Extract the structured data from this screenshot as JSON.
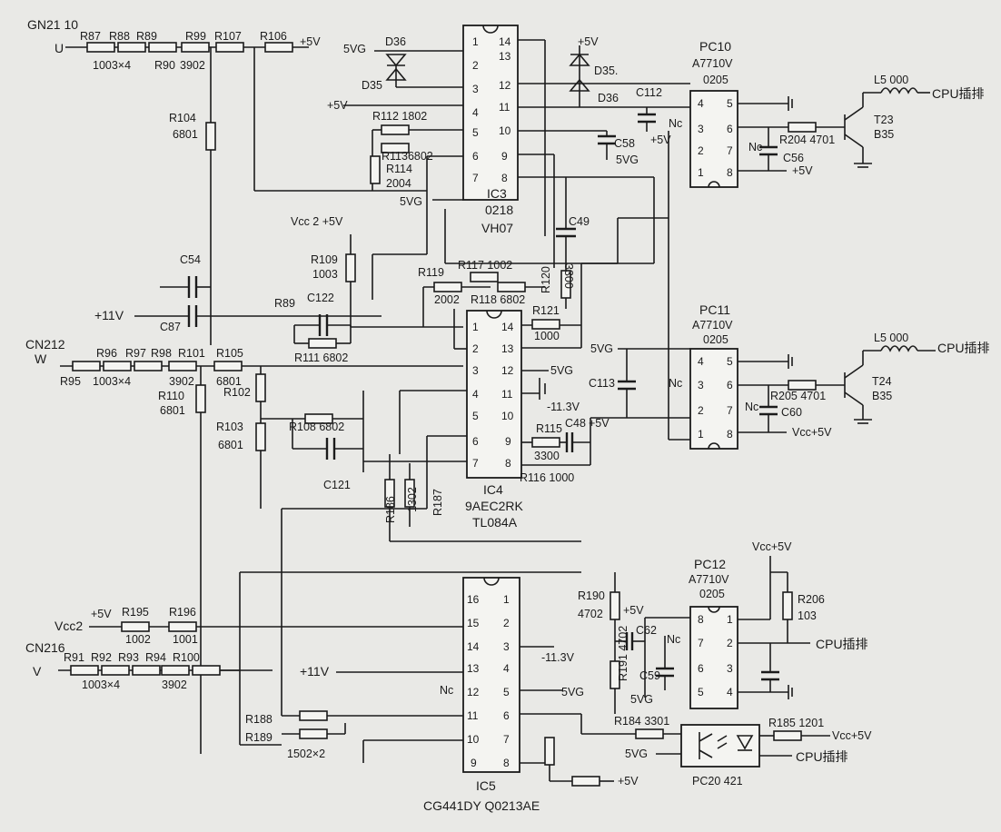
{
  "connectors": {
    "gn": "GN21 10",
    "u": "U",
    "cn212": "CN212",
    "w": "W",
    "cn216": "CN216",
    "v": "V"
  },
  "rails": {
    "p5": "+5V",
    "g5": "5VG",
    "p11": "+11V",
    "n113": "-11.3V",
    "vcc2p5": "Vcc 2 +5V",
    "vcc5": "Vcc+5V",
    "vcc2": "Vcc2",
    "p5b": "+5V"
  },
  "labels": {
    "r87": "R87",
    "r88": "R88",
    "r89": "R89",
    "r90": "R90",
    "r99": "R99",
    "r107": "R107",
    "r106": "R106",
    "u_val1": "1003×4",
    "u_val2": "3902",
    "r104": "R104",
    "r104v": "6801",
    "r109": "R109",
    "r109v": "1003",
    "c54": "C54",
    "c87": "C87",
    "r89b": "R89",
    "c122": "C122",
    "r111": "R111 6802",
    "r96": "R96",
    "r97": "R97",
    "r98": "R98",
    "r101": "R101",
    "r105": "R105",
    "r95": "R95",
    "w_val1": "1003×4",
    "w_val2": "3902",
    "r105v": "6801",
    "r110": "R110",
    "r110v": "6801",
    "r102": "R102",
    "r103": "R103",
    "r103v": "6801",
    "r108": "R108 6802",
    "c121": "C121",
    "d36a": "D36",
    "d35a": "D35",
    "d35b": "D35.",
    "d36b": "D36",
    "r112": "R112 1802",
    "r113": "R1136802",
    "r114": "R114",
    "r114v": "2004",
    "ic3": "IC3",
    "ic3a": "0218",
    "ic3b": "VH07",
    "c49": "C49",
    "r119": "R119",
    "r119v": "2002",
    "r117": "R117 1002",
    "r118": "R118 6802",
    "r120": "R120",
    "r120v": "3300",
    "r121": "R121",
    "r121v": "1000",
    "c113": "C113",
    "r115": "R115",
    "r115v": "3300",
    "c48": "C48",
    "r116": "R116 1000",
    "ic4": "IC4",
    "ic4a": "9AEC2RK",
    "ic4b": "TL084A",
    "r186": "R186",
    "r186v": "1302",
    "r187": "R187",
    "c112": "C112",
    "c58": "C58",
    "c56": "C56",
    "c60": "C60",
    "pc10": "PC10",
    "pc10a": "A7710V",
    "pc10b": "0205",
    "pc11": "PC11",
    "pc11a": "A7710V",
    "pc11b": "0205",
    "pc12": "PC12",
    "pc12a": "A7710V",
    "pc12b": "0205",
    "l5a": "L5 000",
    "l5b": "L5 000",
    "cpu1": "CPU插排",
    "cpu2": "CPU插排",
    "cpu3": "CPU插排",
    "cpu4": "CPU插排",
    "r204": "R204 4701",
    "r205": "R205 4701",
    "t23": "T23",
    "t23b": "B35",
    "t24": "T24",
    "t24b": "B35",
    "nc": "Nc",
    "r195": "R195",
    "r195v": "1002",
    "r196": "R196",
    "r196v": "1001",
    "r91": "R91",
    "r92": "R92",
    "r93": "R93",
    "r94": "R94",
    "r100": "R100",
    "v_val1": "1003×4",
    "v_val2": "3902",
    "r188": "R188",
    "r189": "R189",
    "r189v": "1502×2",
    "ic5": "IC5",
    "ic5a": "CG441DY Q0213AE",
    "r190": "R190",
    "r190v": "4702",
    "r191": "R191 4702",
    "c62": "C62",
    "c59": "C59",
    "r206": "R206",
    "r206v": "103",
    "r184": "R184 3301",
    "r185": "R185 1201",
    "pc20": "PC20 421"
  },
  "ic_pins": {
    "left8": [
      "1",
      "2",
      "3",
      "4",
      "5",
      "6",
      "7",
      "8"
    ],
    "right8": [
      "8",
      "7",
      "6",
      "5"
    ],
    "right14": [
      "14",
      "13",
      "12",
      "11",
      "10",
      "9",
      "8"
    ],
    "left16": [
      "16",
      "15",
      "14",
      "13",
      "12",
      "11",
      "10",
      "9"
    ],
    "right16": [
      "1",
      "2",
      "3",
      "4",
      "5",
      "6",
      "7",
      "8"
    ]
  }
}
